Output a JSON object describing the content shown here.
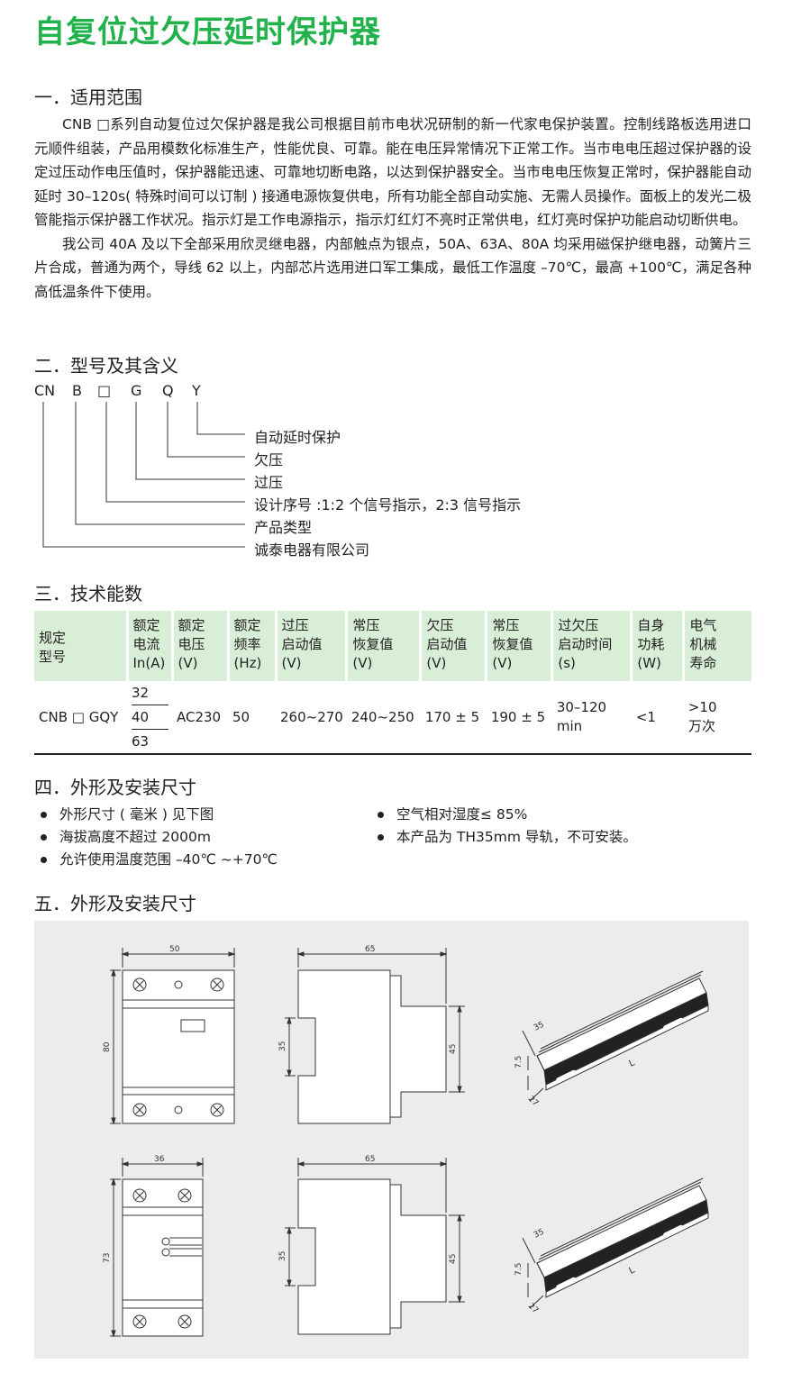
{
  "title": "自复位过欠压延时保护器",
  "sections": {
    "s1": "一．适用范围",
    "s2": "二．型号及其含义",
    "s3": "三．技术能数",
    "s4": "四．外形及安装尺寸",
    "s5": "五．外形及安装尺寸"
  },
  "scope": {
    "p1": "CNB □系列自动复位过欠保护器是我公司根据目前市电状况研制的新一代家电保护装置。控制线路板选用进口元顺件组装，产品用模数化标准生产，性能优良、可靠。能在电压异常情况下正常工作。当市电电压超过保护器的设定过压动作电压值时，保护器能迅速、可靠地切断电路，以达到保护器安全。当市电电压恢复正常时，保护器能自动延时 30–120s( 特殊时间可以订制 ) 接通电源恢复供电，所有功能全部自动实施、无需人员操作。面板上的发光二极管能指示保护器工作状况。指示灯是工作电源指示，指示灯红灯不亮时正常供电，红灯亮时保护功能启动切断供电。",
    "p2": "我公司 40A 及以下全部采用欣灵继电器，内部触点为银点，50A、63A、80A 均采用磁保护继电器，动簧片三片合成，普通为两个，导线 62 以上，内部芯片选用进口军工集成，最低工作温度 –70℃，最高 +100℃，满足各种高低温条件下使用。"
  },
  "model": {
    "codes": [
      "CN",
      "B",
      "□",
      "G",
      "Q",
      "Y"
    ],
    "meanings": [
      "自动延时保护",
      "欠压",
      "过压",
      "设计序号 :1:2 个信号指示，2:3 信号指示",
      "产品类型",
      "诚泰电器有限公司"
    ]
  },
  "spec_table": {
    "headers": [
      [
        "规定",
        "型号"
      ],
      [
        "额定",
        "电流",
        "In(A)"
      ],
      [
        "额定",
        "电压",
        "(V)"
      ],
      [
        "额定",
        "频率",
        "(Hz)"
      ],
      [
        "过压",
        "启动值",
        "(V)"
      ],
      [
        "常压",
        "恢复值",
        "(V)"
      ],
      [
        "欠压",
        "启动值",
        "(V)"
      ],
      [
        "常压",
        "恢复值",
        "(V)"
      ],
      [
        "过欠压",
        "启动时间",
        "(s)"
      ],
      [
        "自身",
        "功耗",
        "(W)"
      ],
      [
        "电气",
        "机械",
        "寿命"
      ]
    ],
    "row": {
      "model": "CNB □ GQY",
      "currents": [
        "32",
        "40",
        "63"
      ],
      "voltage": "AC230",
      "frequency": "50",
      "over_start": "260~270",
      "normal_recover1": "240~250",
      "under_start": "170 ± 5",
      "normal_recover2": "190 ± 5",
      "time": [
        "30–120",
        "min"
      ],
      "power": "<1",
      "life": [
        ">10",
        "万次"
      ]
    }
  },
  "install": {
    "left": [
      "外形尺寸 ( 毫米 ) 见下图",
      "海拔高度不超过 2000m",
      "允许使用温度范围 –40℃ ~+70℃"
    ],
    "right": [
      "空气相对湿度≤ 85%",
      "本产品为 TH35mm 导轨，不可安装。"
    ]
  },
  "dims": {
    "w50": "50",
    "h80": "80",
    "w65": "65",
    "h35": "35",
    "h45": "45",
    "w36": "36",
    "h73": "73",
    "r35": "35",
    "r75": "7.5",
    "r27": "27",
    "rL": "L"
  }
}
